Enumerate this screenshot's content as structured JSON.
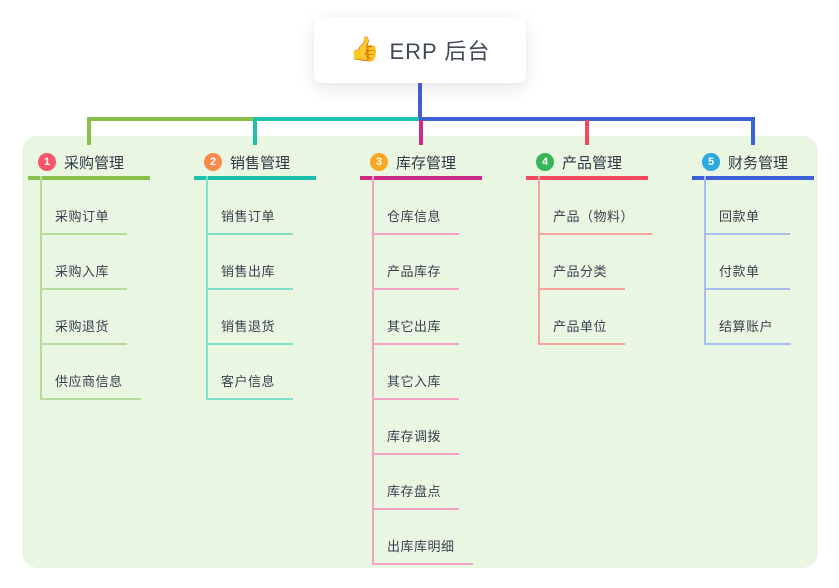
{
  "root": {
    "icon": "👍",
    "title": "ERP 后台"
  },
  "canvas": {
    "background": "#ffffff",
    "panel_background": "#e8f6e2",
    "root_connector_color": "#4a5ad1"
  },
  "branches": [
    {
      "index": "1",
      "label": "采购管理",
      "badge_color": "#f7566a",
      "line_color": "#88bf48",
      "child_line_color": "#b7db9b",
      "children": [
        "采购订单",
        "采购入库",
        "采购退货",
        "供应商信息"
      ]
    },
    {
      "index": "2",
      "label": "销售管理",
      "badge_color": "#f98a4b",
      "line_color": "#1fbfae",
      "child_line_color": "#84dccb",
      "children": [
        "销售订单",
        "销售出库",
        "销售退货",
        "客户信息"
      ]
    },
    {
      "index": "3",
      "label": "库存管理",
      "badge_color": "#fba821",
      "line_color": "#cb2d89",
      "child_line_color": "#f3a2c6",
      "children": [
        "仓库信息",
        "产品库存",
        "其它出库",
        "其它入库",
        "库存调拨",
        "库存盘点",
        "出库库明细"
      ]
    },
    {
      "index": "4",
      "label": "产品管理",
      "badge_color": "#36b558",
      "line_color": "#f4495e",
      "child_line_color": "#f8a2a0",
      "children": [
        "产品（物料）",
        "产品分类",
        "产品单位"
      ]
    },
    {
      "index": "5",
      "label": "财务管理",
      "badge_color": "#2caade",
      "line_color": "#3d60d8",
      "child_line_color": "#a6bdee",
      "children": [
        "回款单",
        "付款单",
        "结算账户"
      ]
    }
  ]
}
